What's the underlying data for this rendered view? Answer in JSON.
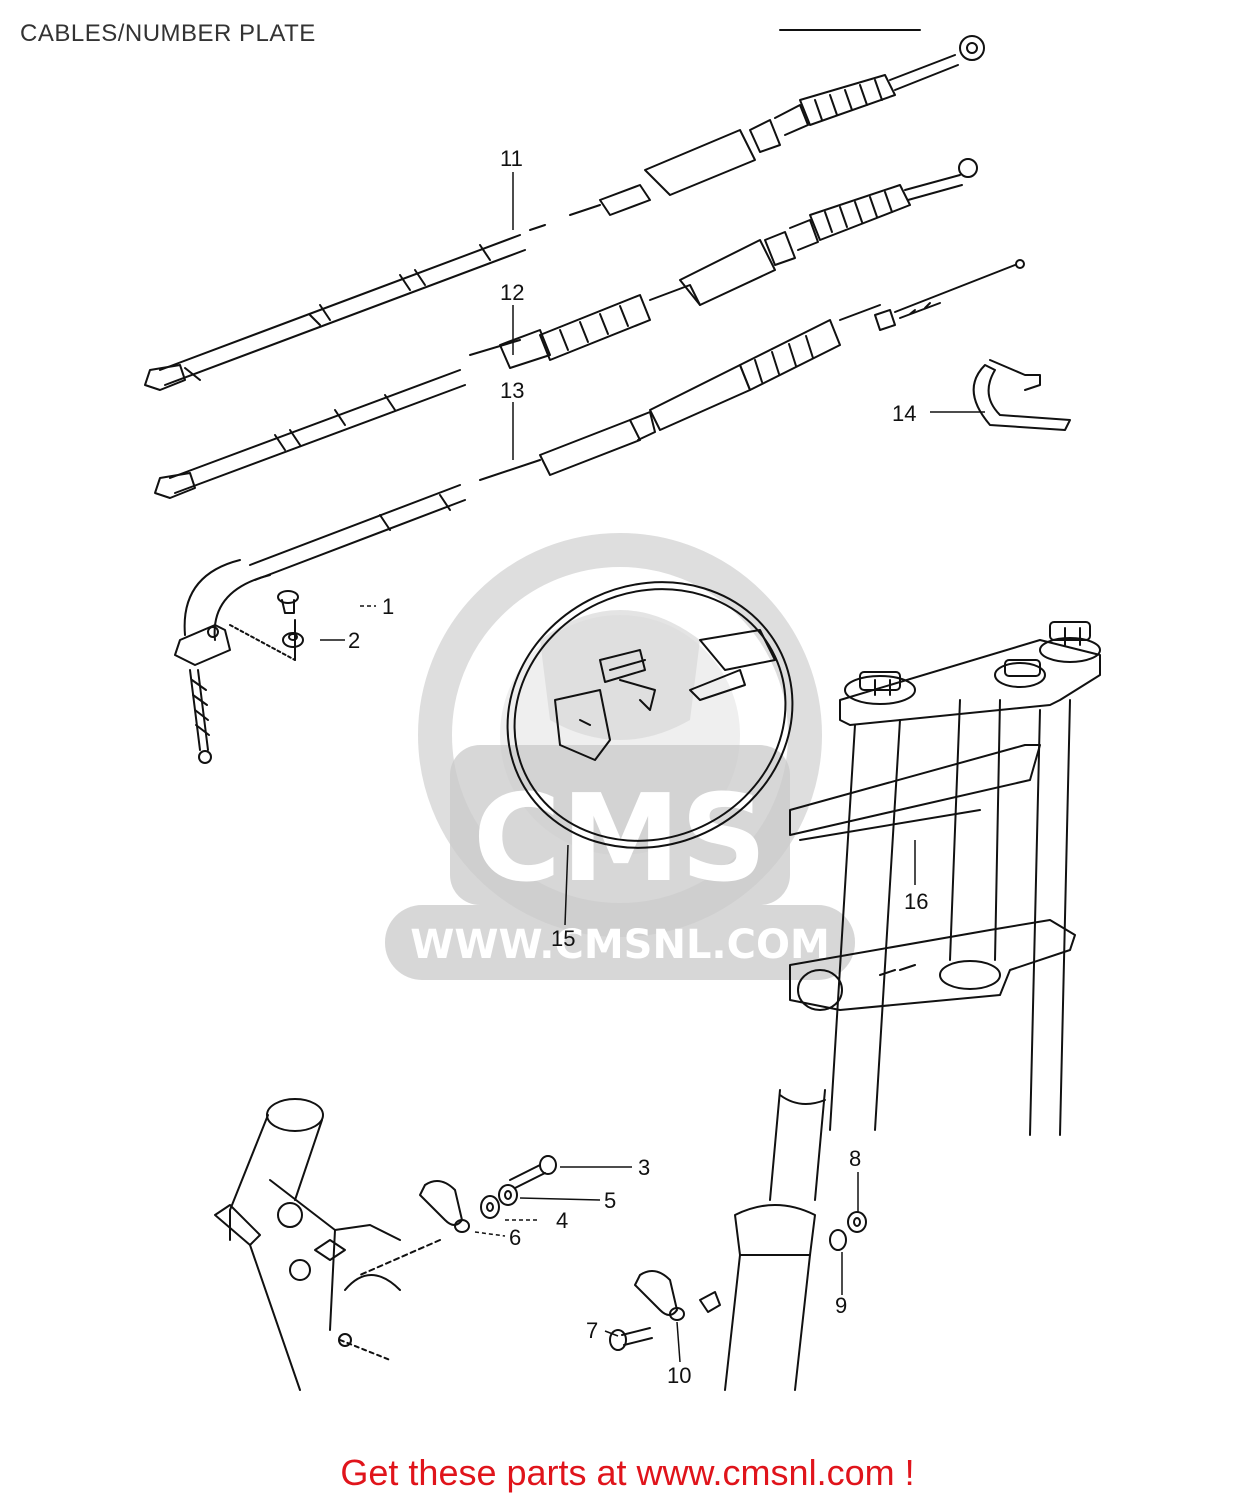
{
  "page": {
    "title": "CABLES/NUMBER PLATE"
  },
  "watermark": {
    "brand": "CMS",
    "url": "WWW.CMSNL.COM"
  },
  "callouts": [
    "1",
    "2",
    "3",
    "4",
    "5",
    "6",
    "7",
    "8",
    "9",
    "10",
    "11",
    "12",
    "13",
    "14",
    "15",
    "16"
  ],
  "footer": {
    "text": "Get these parts at www.cmsnl.com !"
  },
  "colors": {
    "line": "#111111",
    "watermark": "#cfcfcf",
    "footer": "#e0141b"
  }
}
